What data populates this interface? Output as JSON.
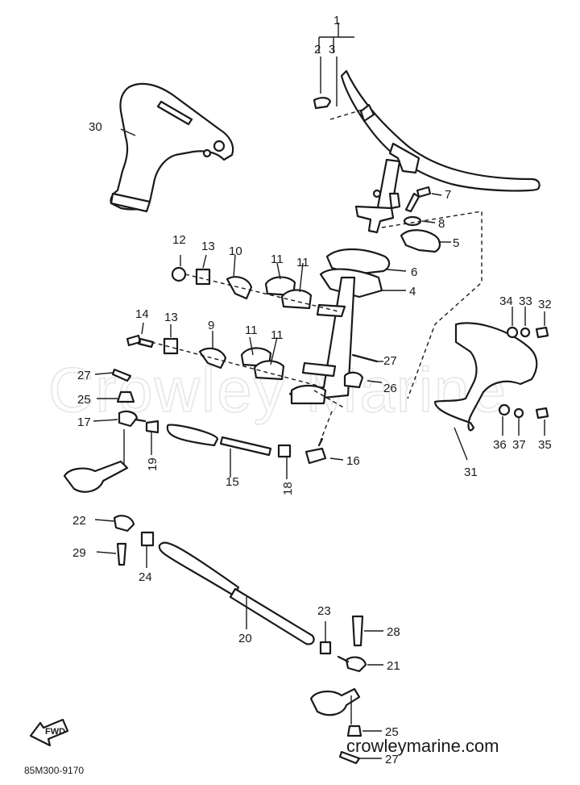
{
  "watermark": "Crowley Marine",
  "site": "crowleymarine.com",
  "diagram_code": "85M300-9170",
  "fwd_label": "FWD",
  "callouts": {
    "p1": "1",
    "p2": "2",
    "p3": "3",
    "p4": "4",
    "p5": "5",
    "p6": "6",
    "p7": "7",
    "p8": "8",
    "p9": "9",
    "p10": "10",
    "p11a": "11",
    "p11b": "11",
    "p11c": "11",
    "p11d": "11",
    "p12": "12",
    "p13a": "13",
    "p13b": "13",
    "p14": "14",
    "p15": "15",
    "p16": "16",
    "p17": "17",
    "p18": "18",
    "p19": "19",
    "p20": "20",
    "p21": "21",
    "p22": "22",
    "p23": "23",
    "p24": "24",
    "p25a": "25",
    "p25b": "25",
    "p26": "26",
    "p27a": "27",
    "p27b": "27",
    "p27c": "27",
    "p28": "28",
    "p29": "29",
    "p30": "30",
    "p31": "31",
    "p32": "32",
    "p33": "33",
    "p34": "34",
    "p35": "35",
    "p36": "36",
    "p37": "37"
  }
}
